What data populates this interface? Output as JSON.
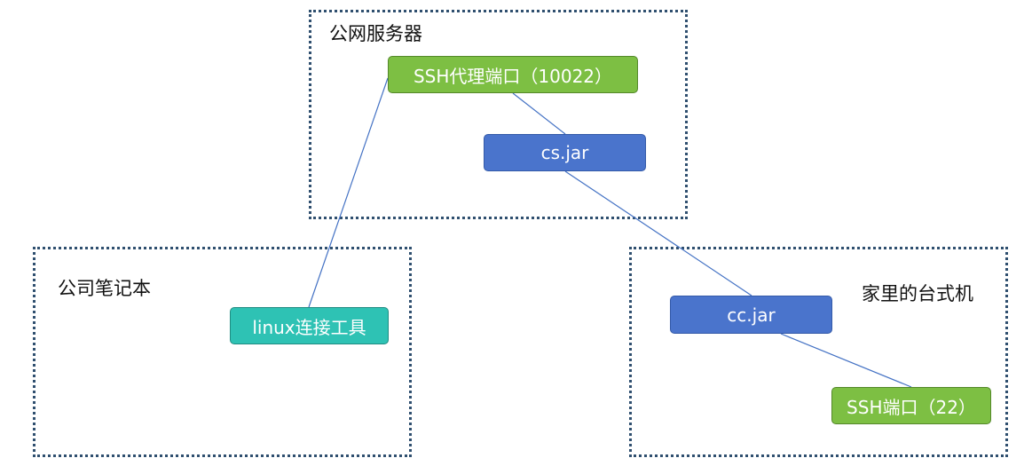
{
  "groups": {
    "server": "公网服务器",
    "laptop": "公司笔记本",
    "home": "家里的台式机"
  },
  "nodes": {
    "ssh_proxy": "SSH代理端口（10022）",
    "cs_jar": "cs.jar",
    "linux_tool": "linux连接工具",
    "cc_jar": "cc.jar",
    "ssh_22": "SSH端口（22）"
  },
  "colors": {
    "green": "#7dbf43",
    "blue": "#4a74cc",
    "teal": "#2ec2b4",
    "line": "#4472c4",
    "border": "#2f4f6f"
  }
}
